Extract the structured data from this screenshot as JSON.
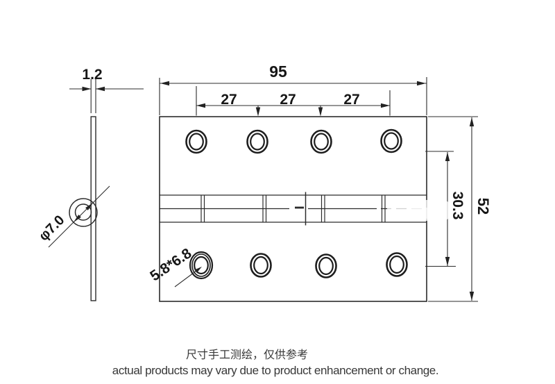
{
  "drawing": {
    "type": "hinge-technical-drawing",
    "colors": {
      "background": "#ffffff",
      "line": "#2b2b2b",
      "dimension_text": "#161616",
      "note_text": "#383838"
    },
    "side_view": {
      "thickness": "1.2",
      "knuckle_diameter": "φ7.0"
    },
    "front_view": {
      "overall_width": "95",
      "hole_spacings": [
        "27",
        "27",
        "27"
      ],
      "overall_height": "52",
      "hole_row_span": "30.3",
      "hole_size": "5.8*6.8"
    },
    "notes": {
      "line1_zh": "尺寸手工测绘，仅供参考",
      "line2_en": "actual products may vary due to product enhancement or change."
    }
  }
}
